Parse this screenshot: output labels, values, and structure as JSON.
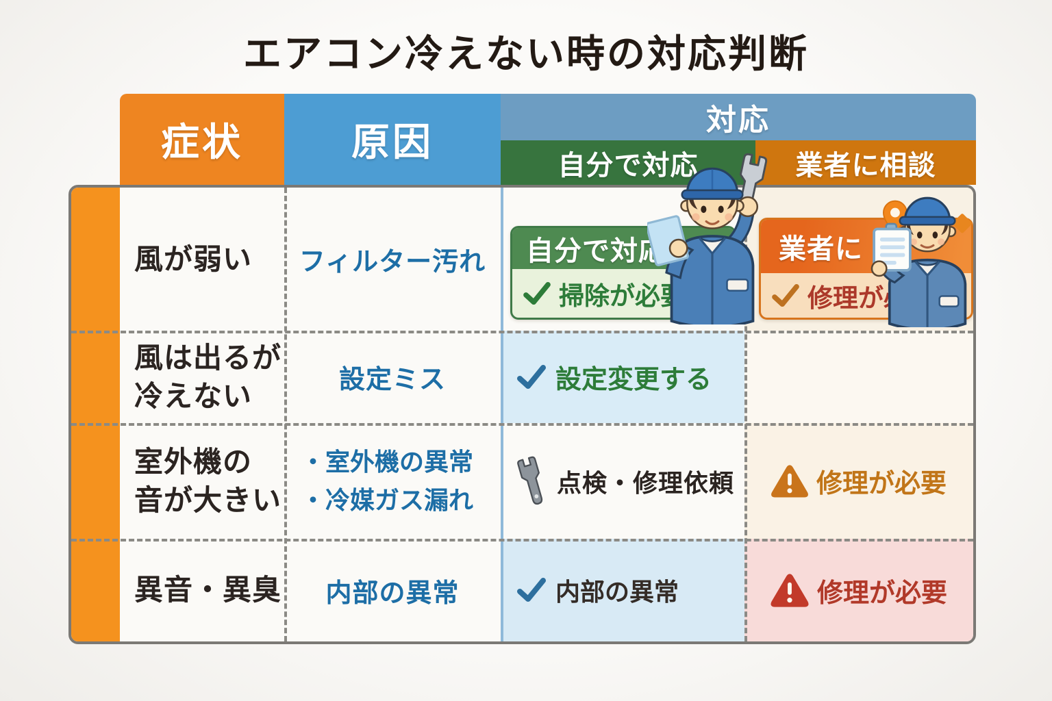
{
  "page": {
    "title": "エアコン冷えない時の対応判断"
  },
  "colors": {
    "symptom_header": "#ee8521",
    "cause_header": "#4d9dd3",
    "response_header": "#6d9dc2",
    "self_header_green": "#37743e",
    "pro_header_orange": "#cf760f",
    "accent_stripe": "#f5921e",
    "cause_text_blue": "#1d6ea6",
    "ok_green": "#2d7c39",
    "check_blue": "#2d6f9e",
    "warn_orange": "#c17518",
    "warn_red": "#b13929",
    "card_green_border": "#3f7a48",
    "card_orange_border": "#d7741c"
  },
  "table": {
    "headers": {
      "symptom": "症状",
      "cause": "原因",
      "response": "対応",
      "self": "自分で対応",
      "pro": "業者に相談"
    },
    "rows": [
      {
        "symptom": "風が弱い",
        "cause": "フィルター汚れ",
        "self_card": {
          "title": "自分で対応",
          "icon": "check-icon",
          "text": "掃除が必要"
        },
        "pro_card": {
          "title": "業者に",
          "icon": "check-icon",
          "text": "修理が必要"
        }
      },
      {
        "symptom_lines": [
          "風は出るが",
          "冷えない"
        ],
        "cause": "設定ミス",
        "self": {
          "icon": "check-icon",
          "text": "設定変更する"
        },
        "pro": {
          "icon": "",
          "text": ""
        }
      },
      {
        "symptom_lines": [
          "室外機の",
          "音が大きい"
        ],
        "cause_items": [
          "・室外機の異常",
          "・冷媒ガス漏れ"
        ],
        "self": {
          "icon": "wrench-icon",
          "text": "点検・修理依頼"
        },
        "pro": {
          "icon": "warning-icon",
          "text": "修理が必要"
        }
      },
      {
        "symptom": "異音・異臭",
        "cause": "内部の異常",
        "self": {
          "icon": "check-icon",
          "text": "内部の異常"
        },
        "pro": {
          "icon": "warning-icon",
          "text": "修理が必要"
        }
      }
    ]
  },
  "illustrations": {
    "worker_with_wrench": "worker-with-wrench-illustration",
    "worker_with_clipboard": "worker-with-clipboard-illustration",
    "location_pin": "location-pin-icon",
    "diamond": "diamond-icon",
    "clipboard": "clipboard-icon",
    "wrench": "wrench-icon"
  }
}
